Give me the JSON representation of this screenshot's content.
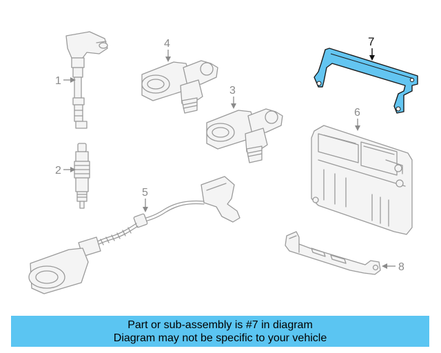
{
  "diagram": {
    "callouts": [
      "1",
      "2",
      "3",
      "4",
      "5",
      "6",
      "7",
      "8"
    ],
    "highlighted_part": "7",
    "colors": {
      "highlight_fill": "#63c5f1",
      "part_stroke": "#9a9a9a",
      "banner_background": "#5bc5f2"
    }
  },
  "banner": {
    "line1": "Part or sub-assembly is #7 in diagram",
    "line2": "Diagram may not be specific to your vehicle"
  }
}
